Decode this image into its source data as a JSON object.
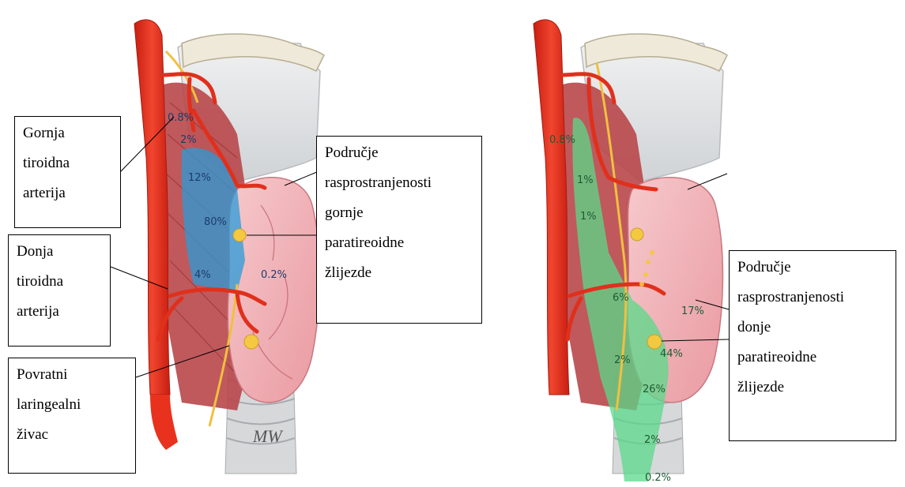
{
  "left_panel": {
    "percentages": [
      "0.8%",
      "2%",
      "12%",
      "80%",
      "4%",
      "0.2%"
    ],
    "labels": {
      "superior_thyroid_artery": [
        "Gornja",
        "tiroidna",
        "arterija"
      ],
      "superior_parathyroid_area": [
        "Područje",
        "rasprostranjenosti",
        "gornje",
        "paratireoidne",
        "žlijezde"
      ],
      "inferior_thyroid_artery": [
        "Donja",
        "tiroidna",
        "arterija"
      ],
      "recurrent_laryngeal_nerve": [
        "Povratni",
        "laringealni",
        "živac"
      ]
    },
    "signature": "MW"
  },
  "right_panel": {
    "percentages": [
      "0.8%",
      "1%",
      "1%",
      "6%",
      "17%",
      "44%",
      "2%",
      "26%",
      "2%",
      "0.2%"
    ],
    "labels": {
      "inferior_parathyroid_area": [
        "Područje",
        "rasprostranjenosti",
        "donje",
        "paratireoidne",
        "žlijezde"
      ]
    }
  },
  "colors": {
    "artery": "#e8321e",
    "blue_zone": "#2a9bd8",
    "green_zone": "#5ad98a",
    "thyroid": "#f2b8bc",
    "muscle": "#b83a3a",
    "gland": "#f5c842",
    "nerve": "#f0c040"
  }
}
